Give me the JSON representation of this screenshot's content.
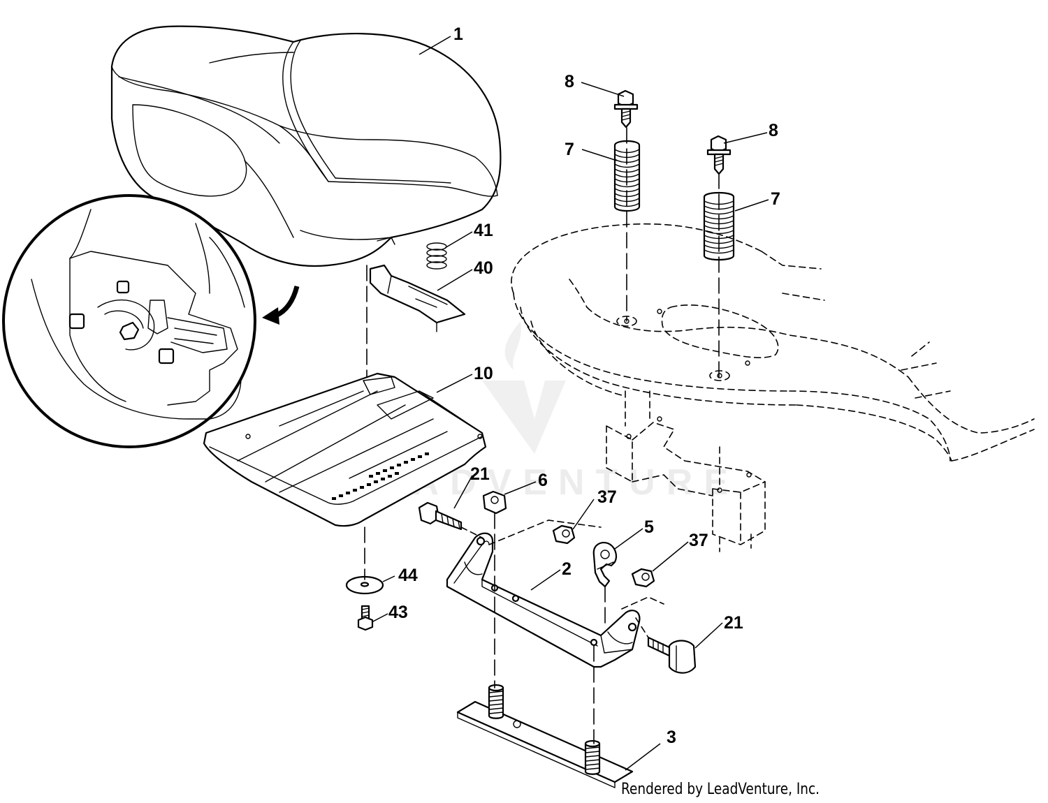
{
  "callouts": [
    {
      "id": "1",
      "text": "1"
    },
    {
      "id": "8a",
      "text": "8"
    },
    {
      "id": "8b",
      "text": "8"
    },
    {
      "id": "7a",
      "text": "7"
    },
    {
      "id": "7b",
      "text": "7"
    },
    {
      "id": "41",
      "text": "41"
    },
    {
      "id": "40",
      "text": "40"
    },
    {
      "id": "10",
      "text": "10"
    },
    {
      "id": "21a",
      "text": "21"
    },
    {
      "id": "6",
      "text": "6"
    },
    {
      "id": "37a",
      "text": "37"
    },
    {
      "id": "5",
      "text": "5"
    },
    {
      "id": "37b",
      "text": "37"
    },
    {
      "id": "2",
      "text": "2"
    },
    {
      "id": "44",
      "text": "44"
    },
    {
      "id": "43",
      "text": "43"
    },
    {
      "id": "21b",
      "text": "21"
    },
    {
      "id": "3",
      "text": "3"
    }
  ],
  "credit": "Rendered by LeadVenture, Inc.",
  "watermark": "LEADVENTURE"
}
